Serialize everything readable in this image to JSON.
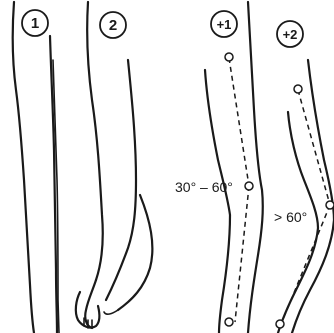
{
  "figure": {
    "panels": [
      {
        "id": "p1",
        "badge": "1",
        "angle_label": ""
      },
      {
        "id": "p2",
        "badge": "2",
        "angle_label": ""
      },
      {
        "id": "p3",
        "badge": "+1",
        "angle_label": "30° – 60°"
      },
      {
        "id": "p4",
        "badge": "+2",
        "angle_label": "> 60°"
      }
    ]
  }
}
